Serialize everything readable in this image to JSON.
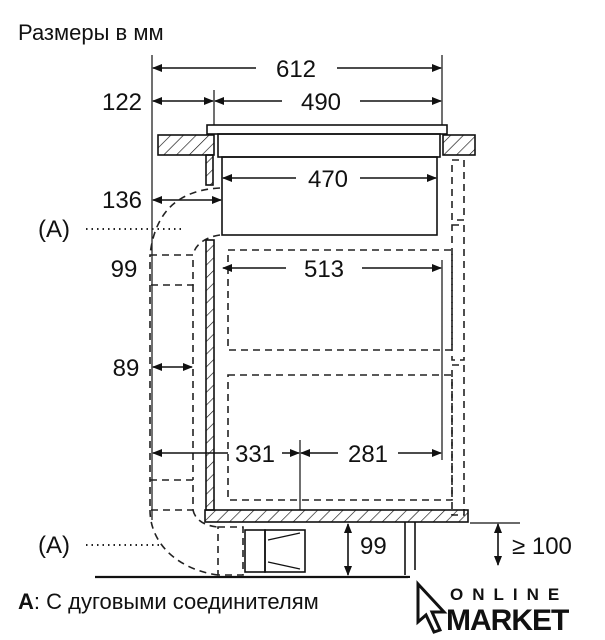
{
  "title": "Размеры в мм",
  "dimensions": {
    "overall_width": "612",
    "cutout_width": "490",
    "left_offset": "122",
    "unit_width": "470",
    "duct_offset": "136",
    "depth": "513",
    "duct_height": "99",
    "duct_width": "89",
    "left_depth": "331",
    "right_depth": "281",
    "bottom_height": "99",
    "min_clearance": "≥ 100"
  },
  "callouts": {
    "a_top": "(A)",
    "a_bottom": "(A)"
  },
  "caption": {
    "key": "A",
    "text": ": С дуговыми соединителям"
  },
  "watermark": {
    "top": "ONLINE",
    "bottom": "MARKET"
  }
}
